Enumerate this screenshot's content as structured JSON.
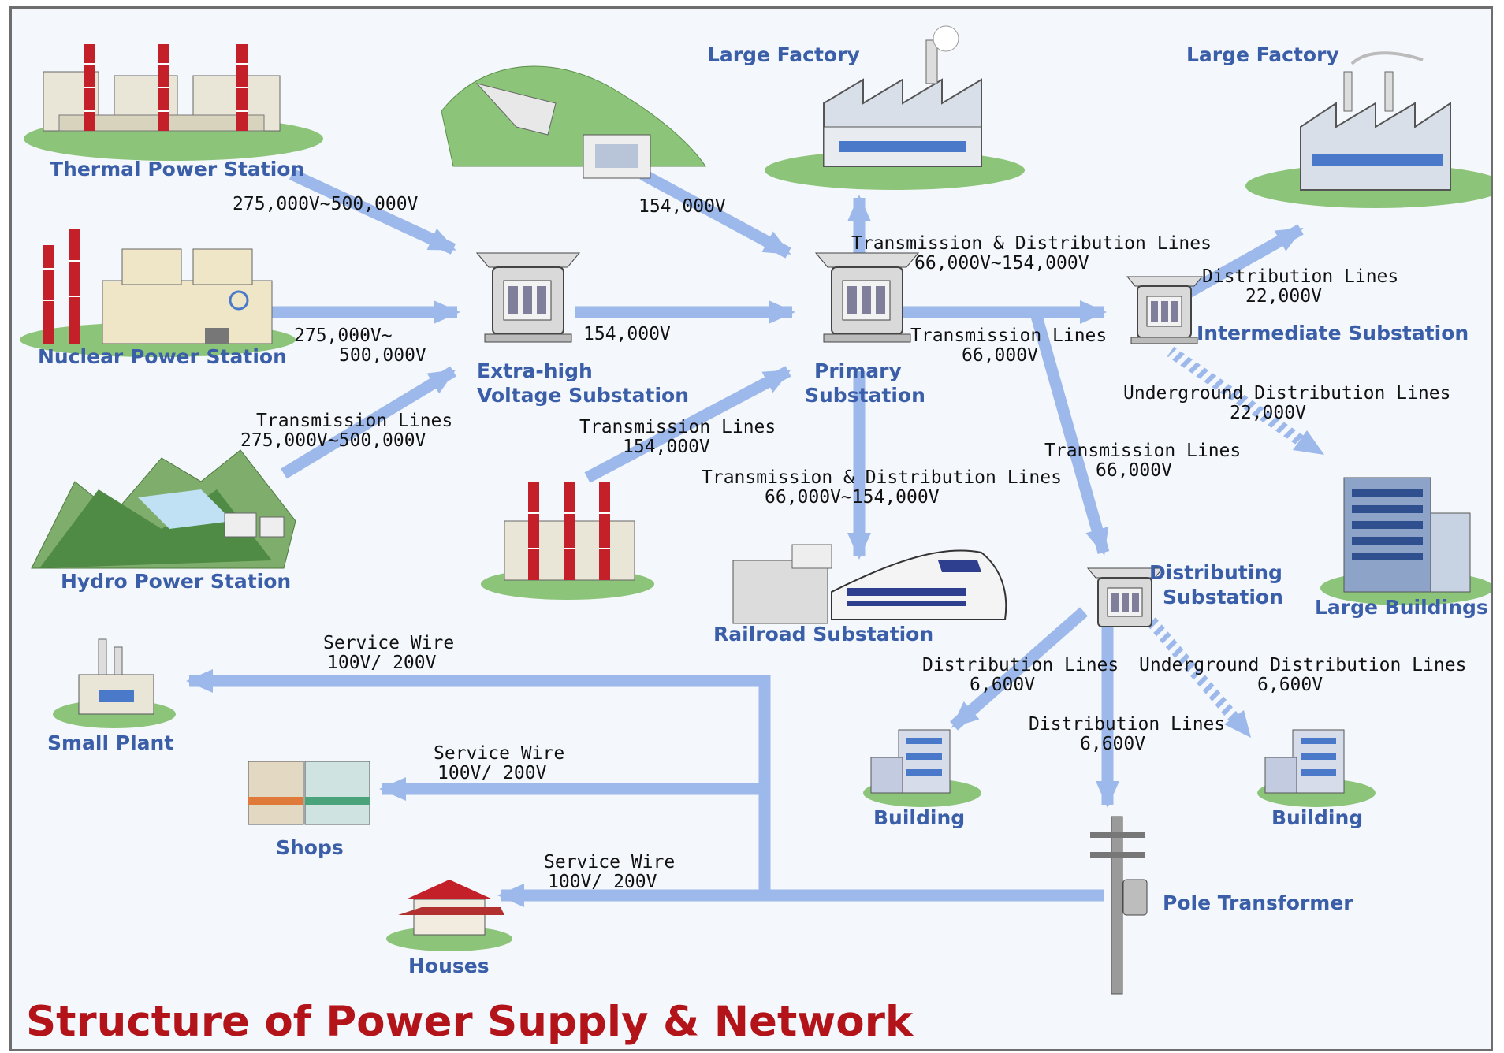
{
  "title": "Structure of Power Supply & Network",
  "colors": {
    "flow": "#9db8ea",
    "label": "#3b5ea8",
    "title": "#b3141a",
    "tower": "#c4202a",
    "ground": "#8cc47a"
  },
  "facilities": {
    "thermal": "Thermal Power Station",
    "nuclear": "Nuclear Power Station",
    "hydro": "Hydro Power Station",
    "extra_high_1": "Extra-high",
    "extra_high_2": "Voltage Substation",
    "primary_1": "Primary",
    "primary_2": "Substation",
    "large_factory_1": "Large Factory",
    "large_factory_2": "Large Factory",
    "intermediate": "Intermediate Substation",
    "large_buildings": "Large Buildings",
    "railroad": "Railroad Substation",
    "distributing_1": "Distributing",
    "distributing_2": "Substation",
    "building_1": "Building",
    "building_2": "Building",
    "pole_transformer": "Pole Transformer",
    "small_plant": "Small Plant",
    "shops": "Shops",
    "houses": "Houses"
  },
  "lines": {
    "thermal_v": "275,000V~500,000V",
    "nuclear_v1": "275,000V~",
    "nuclear_v2": "500,000V",
    "hydro_l1": "Transmission Lines",
    "hydro_l2": "275,000V~500,000V",
    "hydro_plant_v": "154,000V",
    "ehv_primary_v": "154,000V",
    "tplant_l1": "Transmission Lines",
    "tplant_l2": "154,000V",
    "td_up_l1": "Transmission & Distribution Lines",
    "td_up_l2": "66,000V~154,000V",
    "tl_inter_l1": "Transmission Lines",
    "tl_inter_l2": "66,000V",
    "dist_22_l1": "Distribution Lines",
    "dist_22_l2": "22,000V",
    "ug_22_l1": "Underground Distribution Lines",
    "ug_22_l2": "22,000V",
    "td_rail_l1": "Transmission & Distribution Lines",
    "td_rail_l2": "66,000V~154,000V",
    "tl_dist_l1": "Transmission Lines",
    "tl_dist_l2": "66,000V",
    "d6600_a_l1": "Distribution Lines",
    "d6600_a_l2": "6,600V",
    "ug6600_l1": "Underground Distribution Lines",
    "ug6600_l2": "6,600V",
    "d6600_b_l1": "Distribution Lines",
    "d6600_b_l2": "6,600V",
    "sw1_l1": "Service Wire",
    "sw1_l2": "100V/ 200V",
    "sw2_l1": "Service Wire",
    "sw2_l2": "100V/ 200V",
    "sw3_l1": "Service Wire",
    "sw3_l2": "100V/ 200V"
  }
}
